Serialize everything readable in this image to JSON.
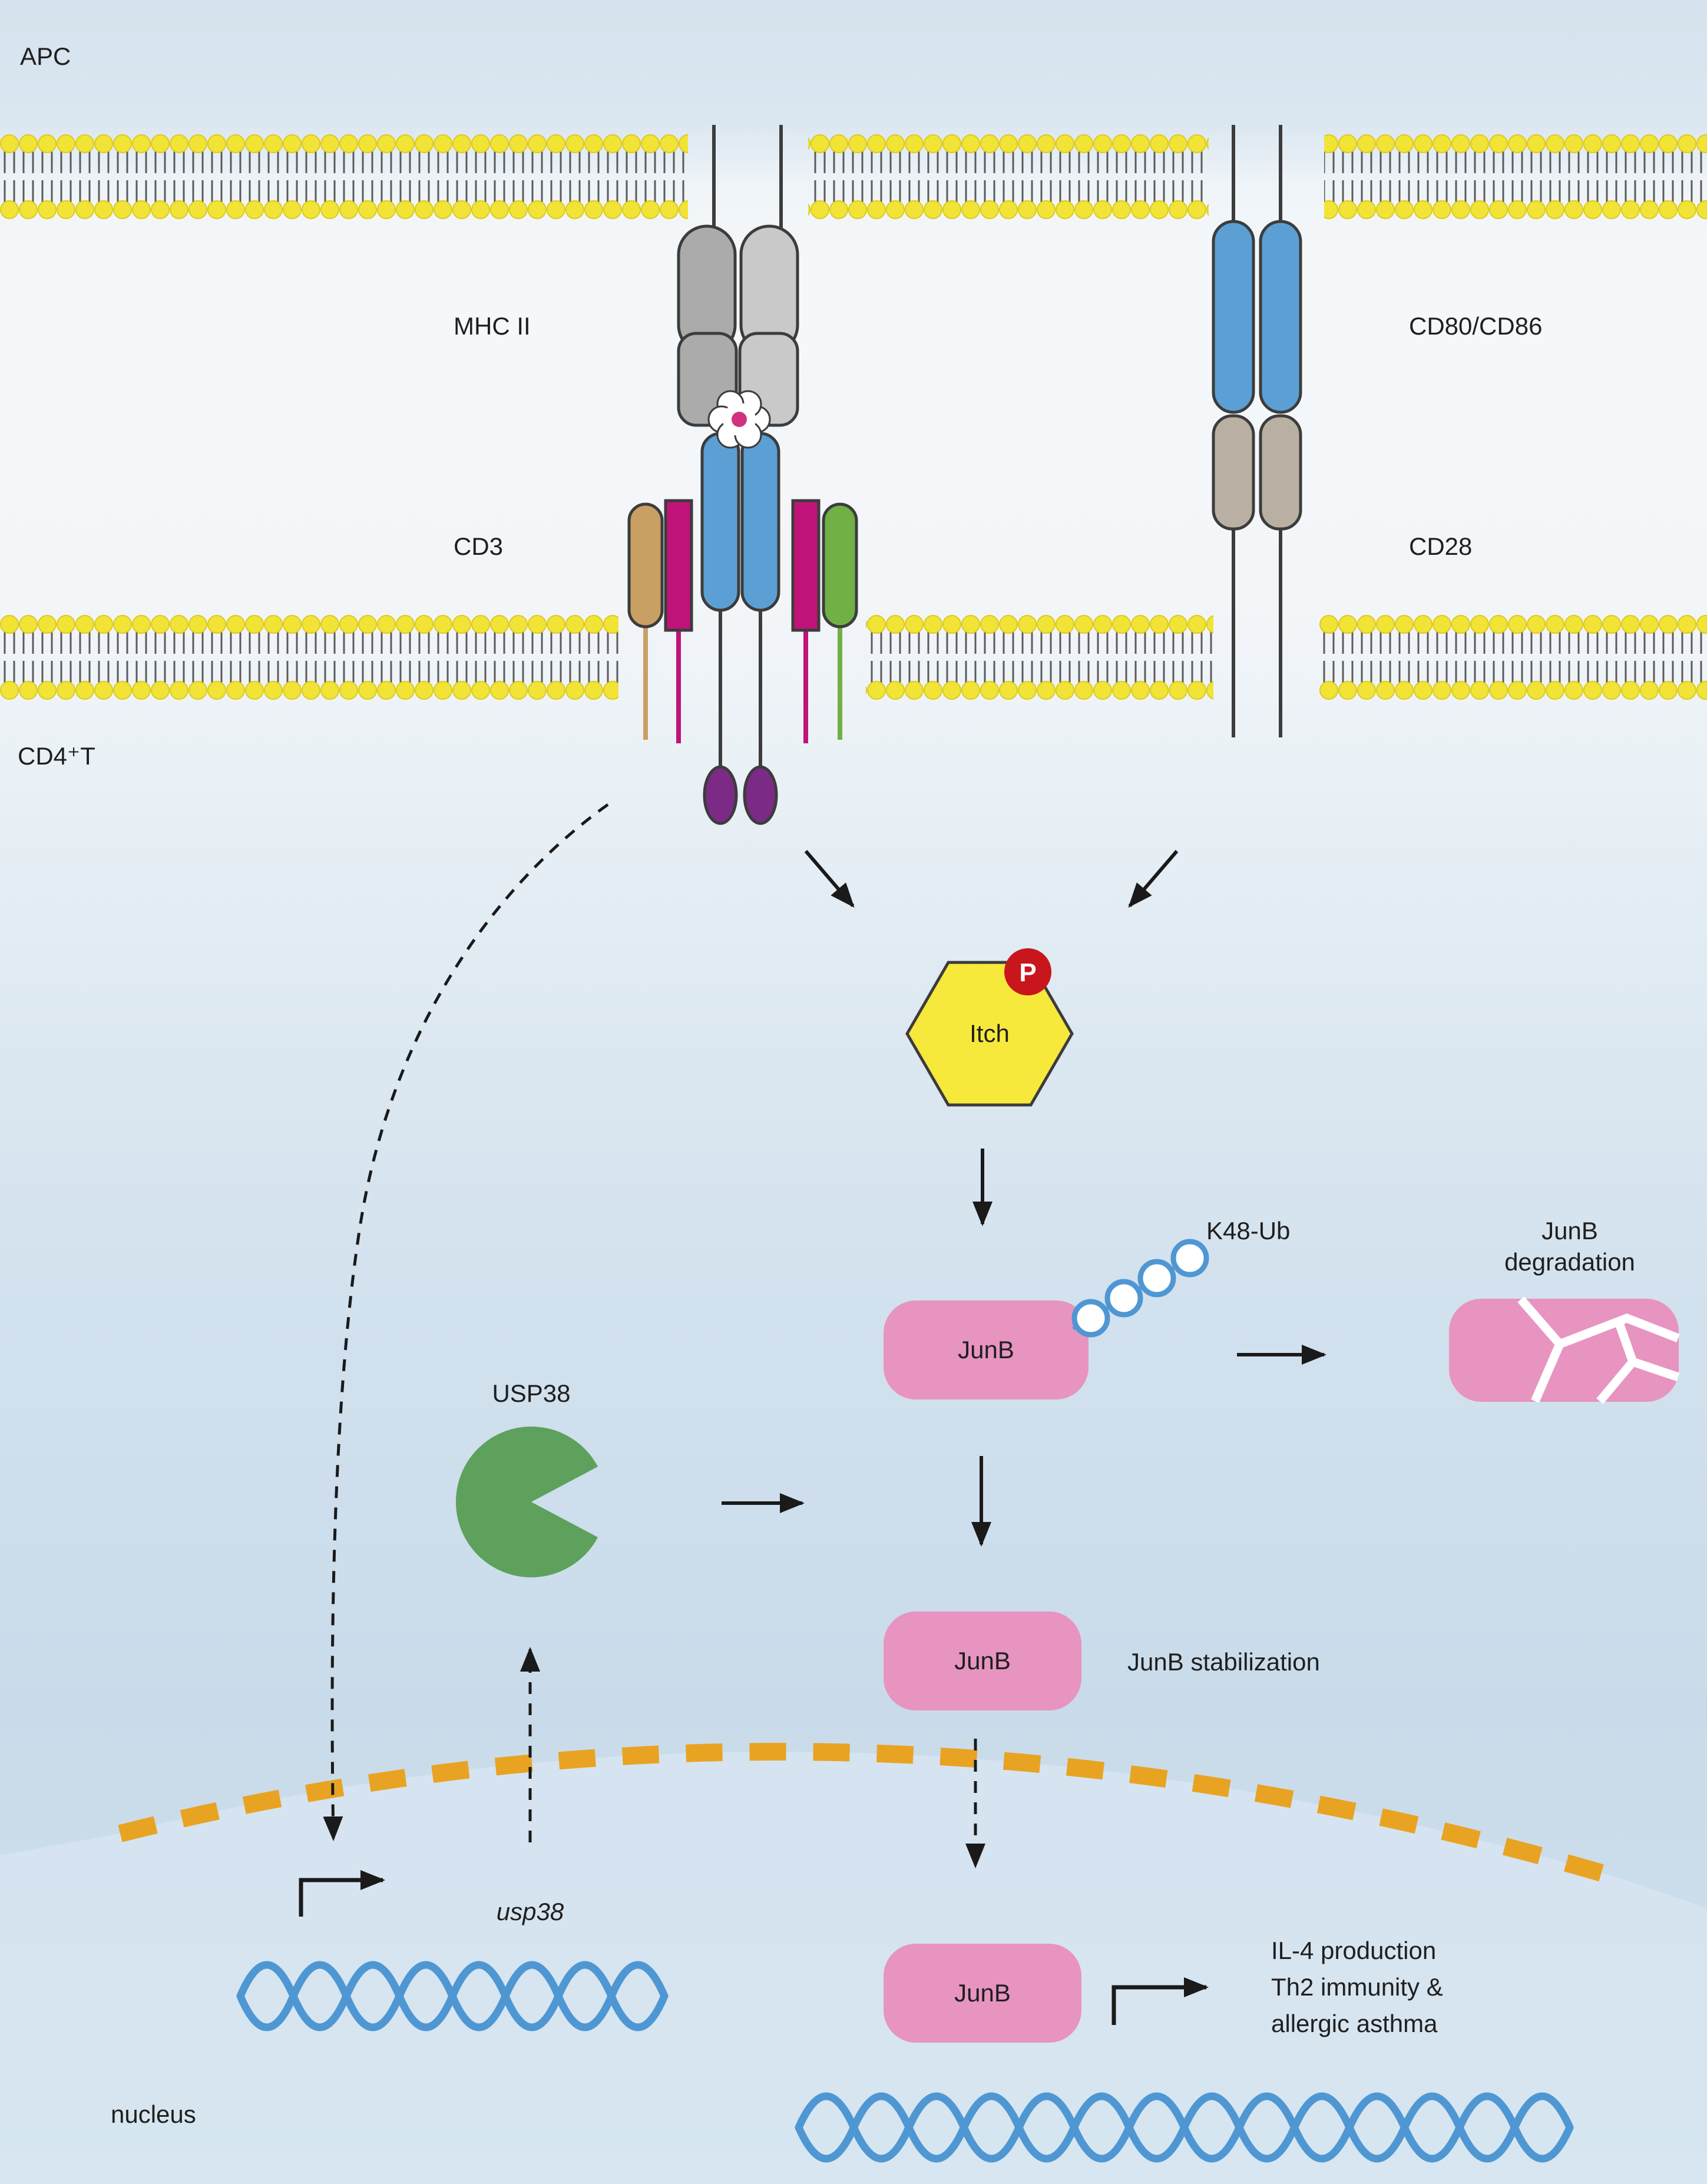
{
  "labels": {
    "apc": "APC",
    "cd4t": "CD4⁺T",
    "mhc2": "MHC II",
    "cd3": "CD3",
    "cd80_cd86": "CD80/CD86",
    "cd28": "CD28",
    "itch": "Itch",
    "phospho": "P",
    "k48_ub": "K48-Ub",
    "junb_ubiquitinated": "JunB",
    "junb_degradation_1": "JunB",
    "junb_degradation_2": "degradation",
    "usp38_protein": "USP38",
    "junb_stabilized": "JunB",
    "junb_stabilization": "JunB stabilization",
    "junb_nuclear": "JunB",
    "usp38_gene": "usp38",
    "outcome_1": "IL-4 production",
    "outcome_2": "Th2 immunity &",
    "outcome_3": "allergic asthma",
    "nucleus": "nucleus"
  },
  "colors": {
    "membrane-yellow": "#f2e437",
    "membrane-tail": "#5b5b5b",
    "itch-yellow": "#f6e93b",
    "phospho-red": "#c9151c",
    "junb-pink": "#e794c0",
    "usp38-green": "#5ea15d",
    "receptor-blue": "#5b9fd4",
    "dna-blue": "#4f97d3",
    "envelope-orange": "#e9a322",
    "mhc-grey": "#ababab",
    "mhc-grey-light": "#c9c9c9",
    "cd28-grey": "#b9b0a3",
    "cd3-tan": "#c9a063",
    "cd3-magenta": "#c01379",
    "cd3-green": "#71b044",
    "cd3-purple": "#7b2a85",
    "peptide-pink": "#d0327f",
    "outline-dark": "#3c3c3c",
    "arrow-black": "#1a1a1a"
  }
}
